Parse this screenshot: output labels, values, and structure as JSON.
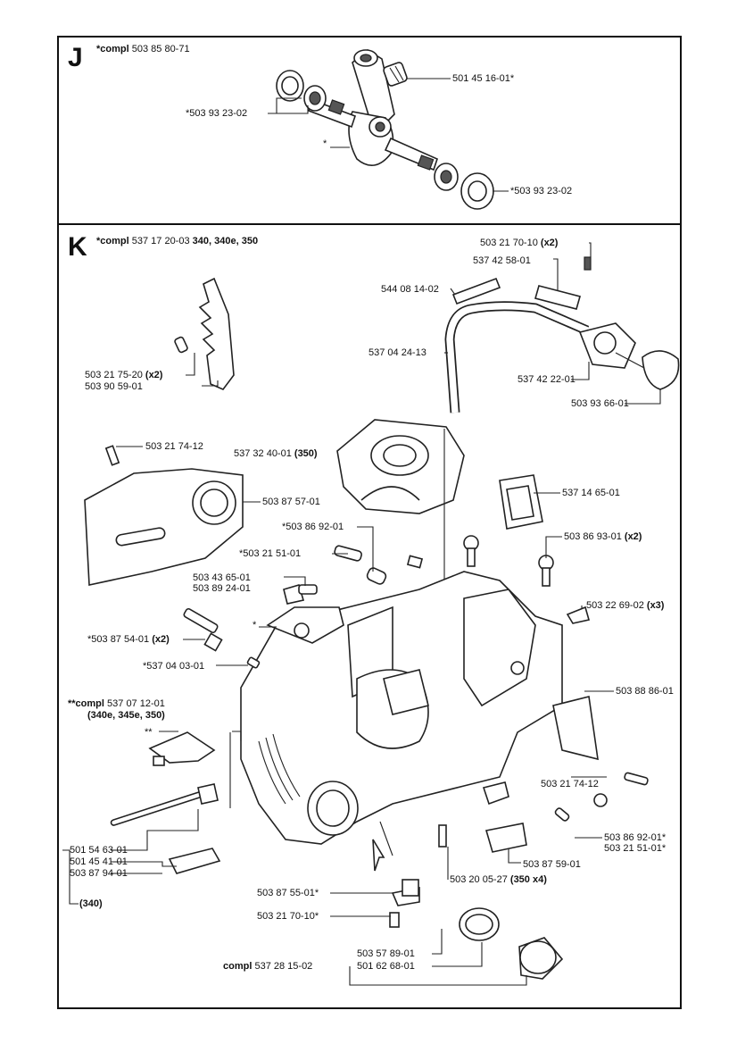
{
  "section_j": {
    "letter": "J",
    "compl_prefix": "*compl",
    "compl_number": "503 85 80-71",
    "labels": {
      "bearing_needle": "501 45 16-01*",
      "bearing_left": "*503 93 23-02",
      "crankshaft": "*",
      "bearing_right": "*503 93 23-02"
    }
  },
  "section_k": {
    "letter": "K",
    "compl_prefix": "*compl",
    "compl_number": "537 17 20-03",
    "compl_models": "340, 340e, 350",
    "labels": {
      "screw_top": "503 21 70-10",
      "screw_top_qty": "(x2)",
      "fuel_filter": "537 42 58-01",
      "hose_short": "544 08 14-02",
      "fuel_hose": "537 04 24-13",
      "primer_housing": "537 42 22-01",
      "primer_bulb": "503 93 66-01",
      "screw_spike": "503 21 75-20",
      "screw_spike_qty": "(x2)",
      "spike_bumper": "503 90 59-01",
      "screw_cover": "503 21 74-12",
      "cylinder_part": "537 32 40-01",
      "cylinder_part_model": "(350)",
      "clutch_cover": "503 87 57-01",
      "av_grommet": "537 14 65-01",
      "spring_a": "*503 86 92-01",
      "screw_a": "*503 21 51-01",
      "av_element_pair": "503 86 93-01",
      "av_element_pair_qty": "(x2)",
      "part_4365": "503 43 65-01",
      "part_8924": "503 89 24-01",
      "star_crank": "*",
      "nut_clip": "503 22 69-02",
      "nut_clip_qty": "(x3)",
      "bar_bolt": "*503 87 54-01",
      "bar_bolt_qty": "(x2)",
      "nipple": "*537 04 03-01",
      "chain_tensioner_prefix": "**compl",
      "chain_tensioner": "537 07 12-01",
      "chain_tensioner_models": "(340e, 345e, 350)",
      "double_star": "**",
      "guard": "503 88 86-01",
      "screw_right": "503 21 74-12",
      "screw_hook_a": "503 86 92-01*",
      "screw_hook_b": "503 21 51-01*",
      "pin_5463": "501 54 63-01",
      "washer_4541": "501 45 41-01",
      "plate_8794": "503 87 94-01",
      "model_340": "(340)",
      "bracket_5901": "503 87 59-01",
      "screw_bottom": "503 20 05-27",
      "screw_bottom_qty": "(350 x4)",
      "filter_5501": "503 87 55-01*",
      "screw_7010": "503 21 70-10*",
      "seal_8901": "503 57 89-01",
      "cap_6801": "501 62 68-01",
      "cap_compl_prefix": "compl",
      "cap_compl": "537 28 15-02"
    }
  }
}
